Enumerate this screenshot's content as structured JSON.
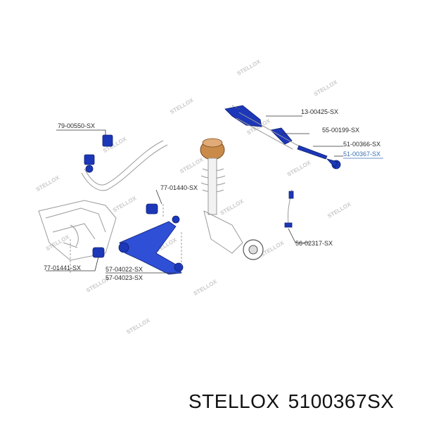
{
  "watermark_text": "STELLOX",
  "part_labels": [
    {
      "id": "79-00550-SX"
    },
    {
      "id": "13-00425-SX"
    },
    {
      "id": "55-00199-SX"
    },
    {
      "id": "51-00366-SX"
    },
    {
      "id": "51-00367-SX"
    },
    {
      "id": "77-01440-SX"
    },
    {
      "id": "56-02317-SX"
    },
    {
      "id": "77-01441-SX"
    },
    {
      "id": "57-04022-SX"
    },
    {
      "id": "57-04023-SX"
    }
  ],
  "footer": {
    "brand": "STELLOX",
    "part_number": "5100367SX"
  },
  "colors": {
    "part_blue": "#1c37b8",
    "highlight_label": "#3a6fb0",
    "strut_top": "#c98a4a"
  }
}
